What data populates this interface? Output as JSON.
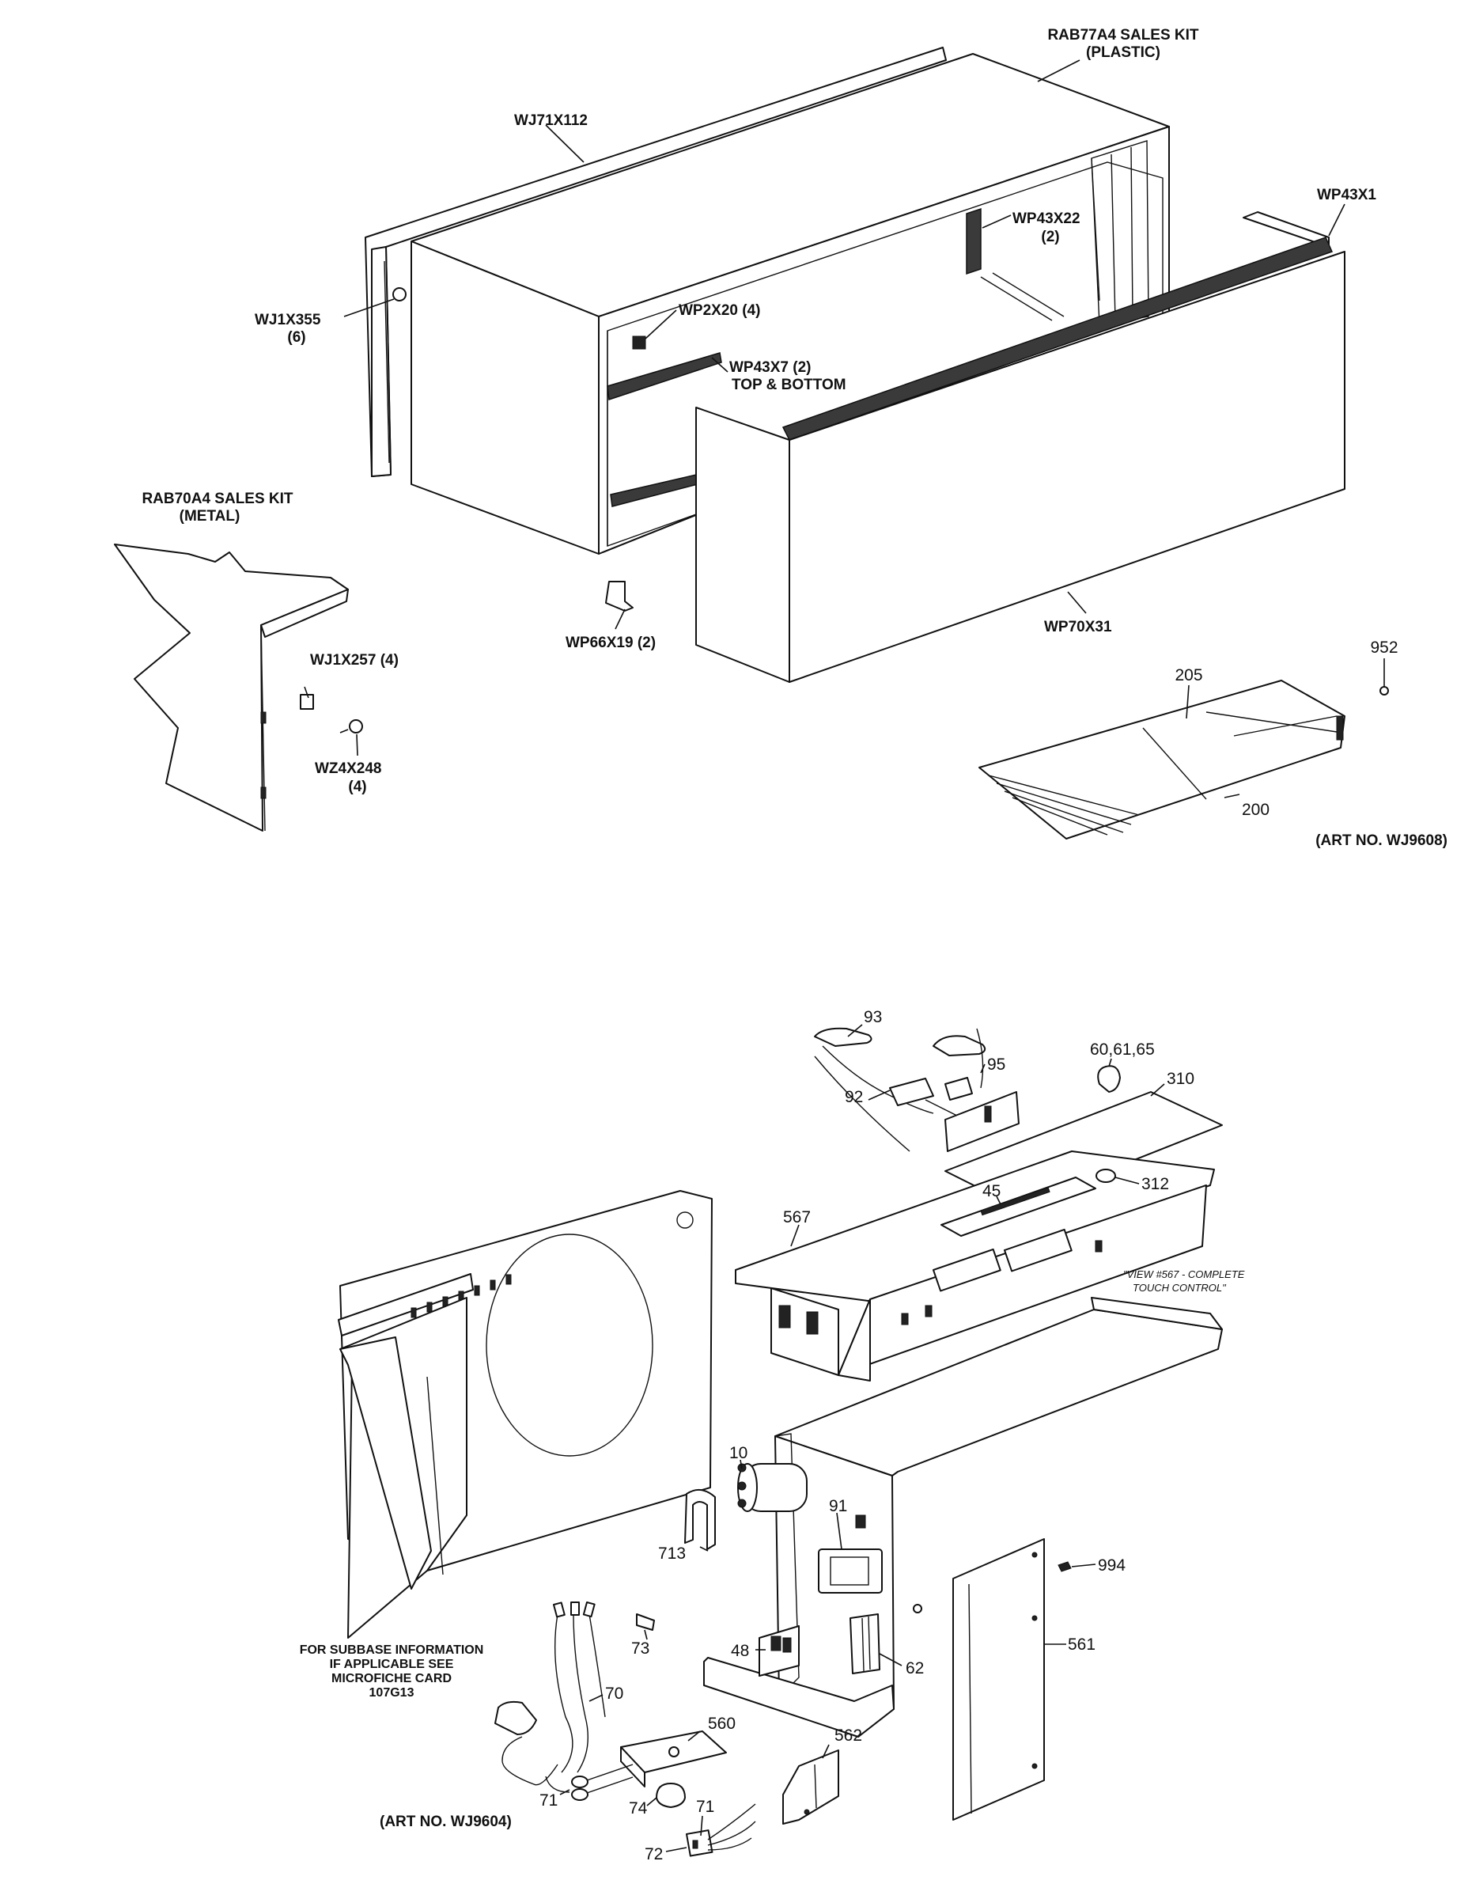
{
  "top_view": {
    "labels": {
      "sales_kit_plastic_1": "RAB77A4 SALES KIT",
      "sales_kit_plastic_2": "(PLASTIC)",
      "wj71x112": "WJ71X112",
      "wp43x22": "WP43X22",
      "wp43x22_qty": "(2)",
      "wp43x1": "WP43X1",
      "wj1x355": "WJ1X355",
      "wj1x355_qty": "(6)",
      "wp2x20": "WP2X20 (4)",
      "wp43x7": "WP43X7 (2)",
      "top_bottom": "TOP & BOTTOM",
      "sales_kit_metal_1": "RAB70A4 SALES KIT",
      "sales_kit_metal_2": "(METAL)",
      "wj1x257": "WJ1X257 (4)",
      "wz4x248": "WZ4X248",
      "wz4x248_qty": "(4)",
      "wp66x19": "WP66X19 (2)",
      "wp70x31": "WP70X31",
      "n952": "952",
      "n205": "205",
      "n200": "200",
      "art_no": "(ART NO. WJ9608)"
    }
  },
  "bottom_view": {
    "labels": {
      "n93": "93",
      "n95": "95",
      "n92": "92",
      "n60_61_65": "60,61,65",
      "n310": "310",
      "n312": "312",
      "n567": "567",
      "n45": "45",
      "view_note_1": "\"VIEW #567 - COMPLETE",
      "view_note_2": "TOUCH CONTROL\"",
      "n10": "10",
      "n91": "91",
      "n713": "713",
      "n994": "994",
      "n48": "48",
      "n62": "62",
      "n73": "73",
      "n561": "561",
      "subbase_1": "FOR SUBBASE INFORMATION",
      "subbase_2": "IF APPLICABLE SEE",
      "subbase_3": "MICROFICHE CARD",
      "subbase_4": "107G13",
      "n70": "70",
      "n560": "560",
      "n562": "562",
      "n71a": "71",
      "n74": "74",
      "n71b": "71",
      "n72": "72",
      "art_no": "(ART NO. WJ9604)"
    }
  }
}
